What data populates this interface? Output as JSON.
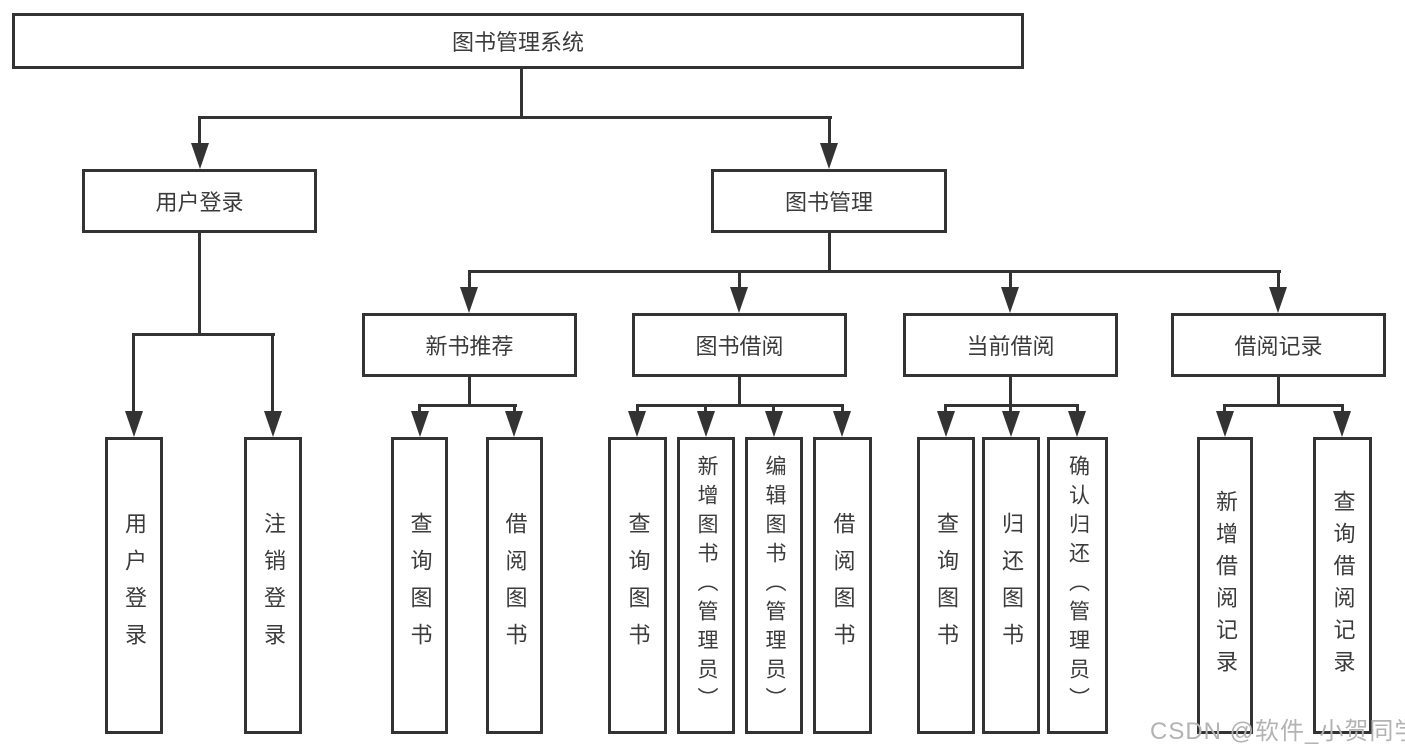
{
  "colors": {
    "line": "#333333",
    "text": "#3b3b3b",
    "background": "#ffffff",
    "watermark": "#b3b3b3"
  },
  "tree": {
    "root": {
      "label": "图书管理系统"
    },
    "branches": [
      {
        "label": "用户登录",
        "children": [
          {
            "label": "用户登录"
          },
          {
            "label": "注销登录"
          }
        ]
      },
      {
        "label": "图书管理",
        "children": [
          {
            "label": "新书推荐",
            "children": [
              {
                "label": "查询图书"
              },
              {
                "label": "借阅图书"
              }
            ]
          },
          {
            "label": "图书借阅",
            "children": [
              {
                "label": "查询图书"
              },
              {
                "label": "新增图书（管理员）"
              },
              {
                "label": "编辑图书（管理员）"
              },
              {
                "label": "借阅图书"
              }
            ]
          },
          {
            "label": "当前借阅",
            "children": [
              {
                "label": "查询图书"
              },
              {
                "label": "归还图书"
              },
              {
                "label": "确认归还（管理员）"
              }
            ]
          },
          {
            "label": "借阅记录",
            "children": [
              {
                "label": "新增借阅记录"
              },
              {
                "label": "查询借阅记录"
              }
            ]
          }
        ]
      }
    ]
  },
  "watermark": {
    "text": "CSDN @软件_小贺同学"
  }
}
